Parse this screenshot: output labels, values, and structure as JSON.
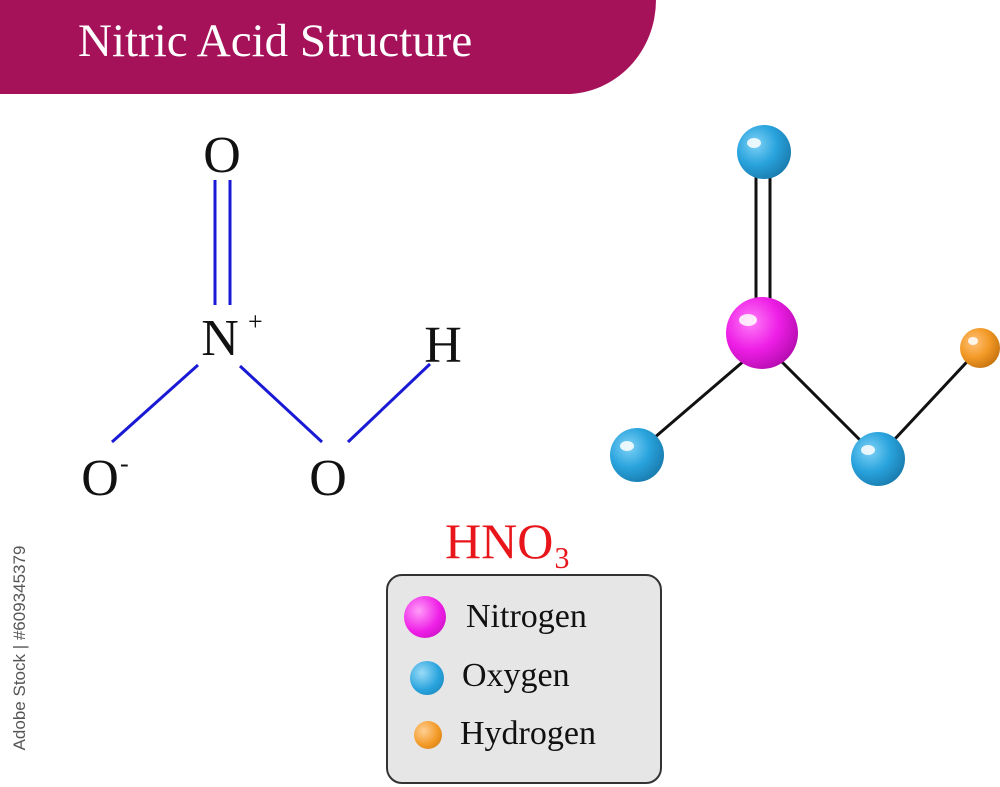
{
  "title": "Nitric Acid Structure",
  "formula": "HNO₃",
  "structural_formula": {
    "atoms": {
      "o_top": "O",
      "n_center": "N",
      "n_charge": "+",
      "o_left": "O",
      "o_left_charge": "-",
      "o_right": "O",
      "h": "H"
    },
    "bond_color": "#1a1ad6"
  },
  "ball_and_stick": {
    "colors": {
      "nitrogen": "#ee1ee6",
      "oxygen": "#29a3dd",
      "hydrogen": "#f39a27",
      "bond": "#111111"
    }
  },
  "legend": [
    {
      "label": "Nitrogen",
      "color": "#ee1ee6"
    },
    {
      "label": "Oxygen",
      "color": "#29a3dd"
    },
    {
      "label": "Hydrogen",
      "color": "#f39a27"
    }
  ],
  "watermark": "Adobe Stock | #609345379",
  "colors": {
    "banner": "#a5125a",
    "formula": "#e8151b",
    "legend_bg": "#e6e6e6"
  }
}
